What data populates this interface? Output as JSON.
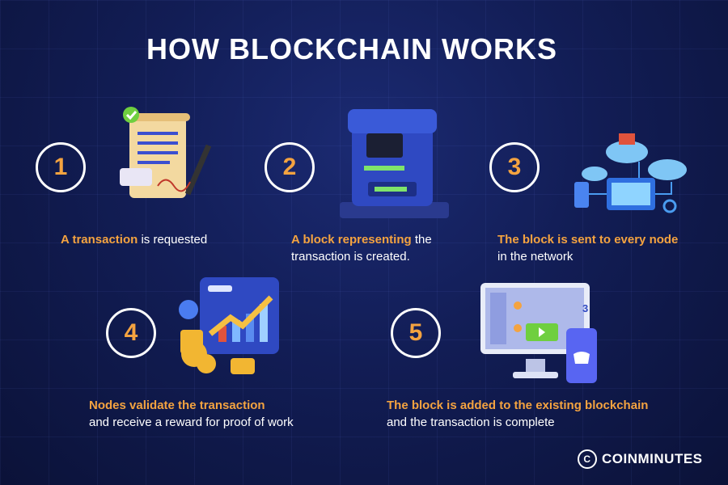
{
  "title": "HOW BLOCKCHAIN WORKS",
  "steps": [
    {
      "number": "1",
      "highlight": "A transaction",
      "rest": " is requested",
      "icon": "contract-scroll-icon"
    },
    {
      "number": "2",
      "highlight": "A block representing",
      "rest": " the transaction is created.",
      "icon": "atm-machine-icon"
    },
    {
      "number": "3",
      "highlight": "The block is sent to every node",
      "rest": "in the network",
      "icon": "cloud-network-icon"
    },
    {
      "number": "4",
      "highlight": "Nodes validate the transaction",
      "rest": "and receive a reward for proof of work",
      "icon": "growth-chart-coins-icon"
    },
    {
      "number": "5",
      "highlight": "The block is added to the existing blockchain",
      "rest": "and the transaction is complete",
      "icon": "computer-phone-icon"
    }
  ],
  "illustration_texts": {
    "eth_count": "3"
  },
  "brand": {
    "name": "COINMINUTES",
    "mark": "C"
  },
  "colors": {
    "accent": "#f4a340",
    "background": "#121d55",
    "text": "#ffffff"
  }
}
